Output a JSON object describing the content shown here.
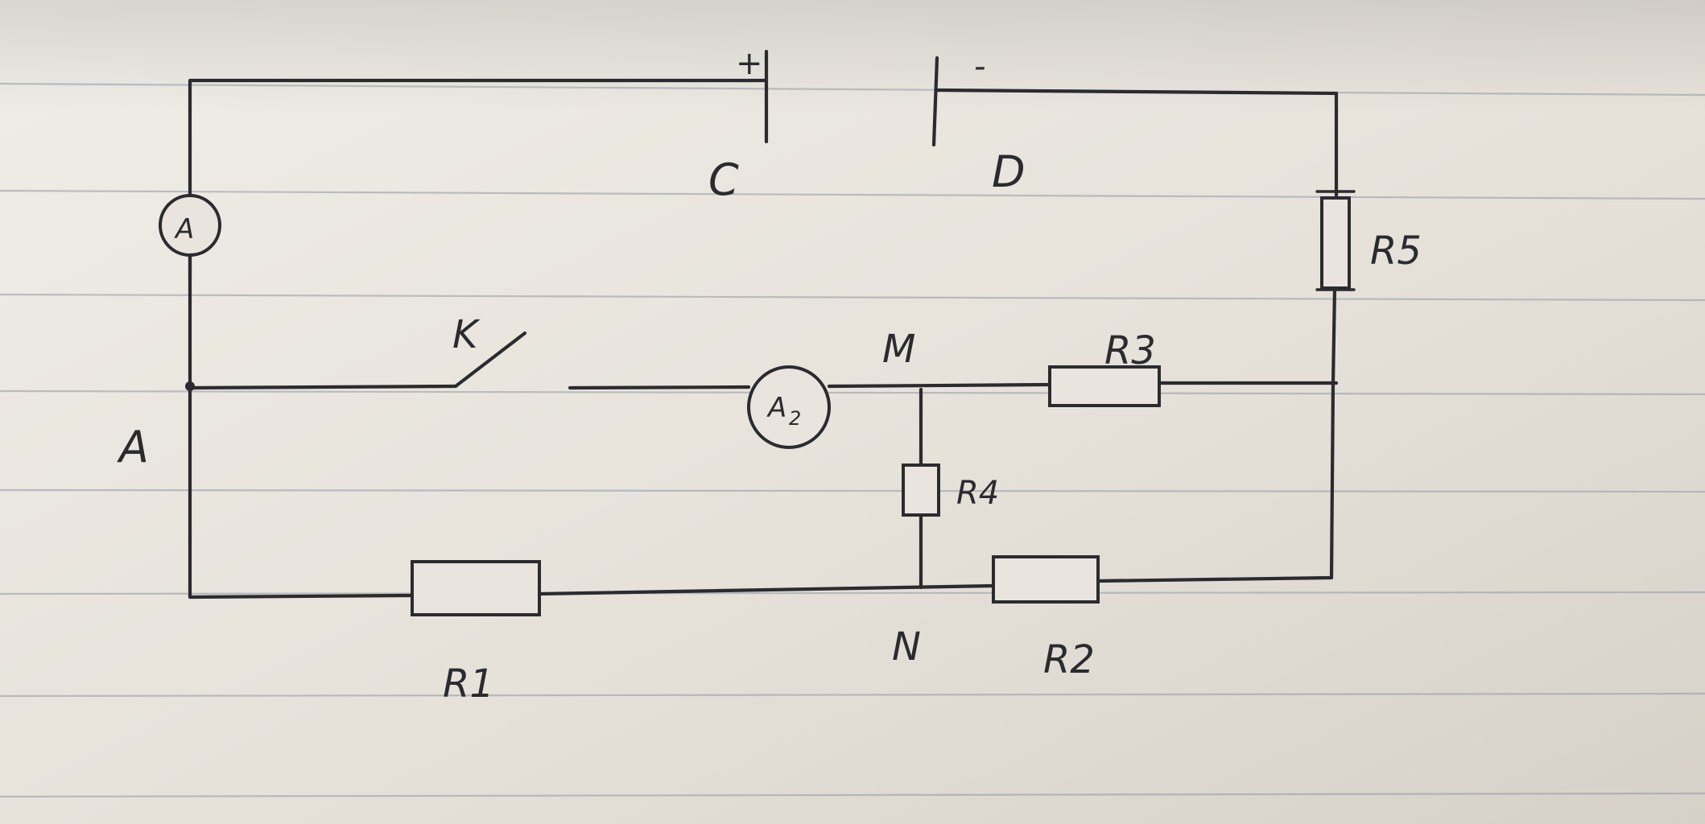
{
  "diagram": {
    "nodes": {
      "a": "A",
      "c": "C",
      "d": "D",
      "m": "M",
      "n": "N"
    },
    "battery": {
      "positive": "+",
      "negative": "-"
    },
    "switch": {
      "label": "K"
    },
    "ammeters": {
      "a1": "A",
      "a2": "A",
      "a2_subscript": "2"
    },
    "resistors": {
      "r1": "R1",
      "r2": "R2",
      "r3": "R3",
      "r4": "R4",
      "r5": "R5"
    }
  },
  "colors": {
    "paper": "#e9e5de",
    "ink": "#2b2b2f",
    "ruling": "#8f97a6"
  }
}
